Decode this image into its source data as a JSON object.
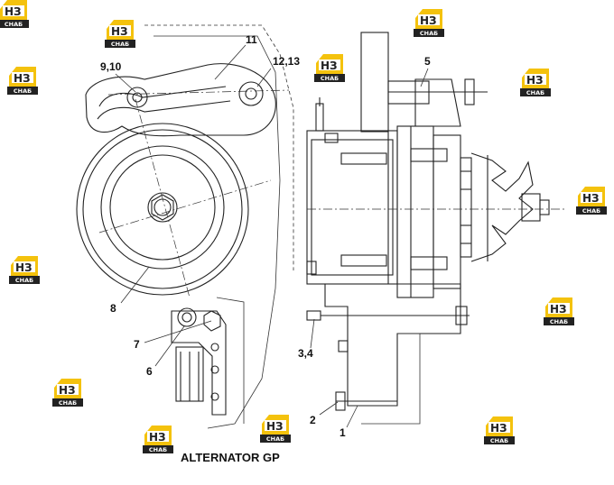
{
  "caption": "ALTERNATOR GP",
  "callouts": [
    {
      "id": "11",
      "text": "11"
    },
    {
      "id": "9-10",
      "text": "9,10"
    },
    {
      "id": "12-13",
      "text": "12,13"
    },
    {
      "id": "5",
      "text": "5"
    },
    {
      "id": "8",
      "text": "8"
    },
    {
      "id": "7",
      "text": "7"
    },
    {
      "id": "6",
      "text": "6"
    },
    {
      "id": "3-4",
      "text": "3,4"
    },
    {
      "id": "2",
      "text": "2"
    },
    {
      "id": "1",
      "text": "1"
    }
  ],
  "watermark": {
    "text": "СНАБ",
    "logo_glyph": "НЗ",
    "colors": {
      "roof": "#f4c20d",
      "band": "#222222",
      "text": "#ffffff"
    }
  }
}
